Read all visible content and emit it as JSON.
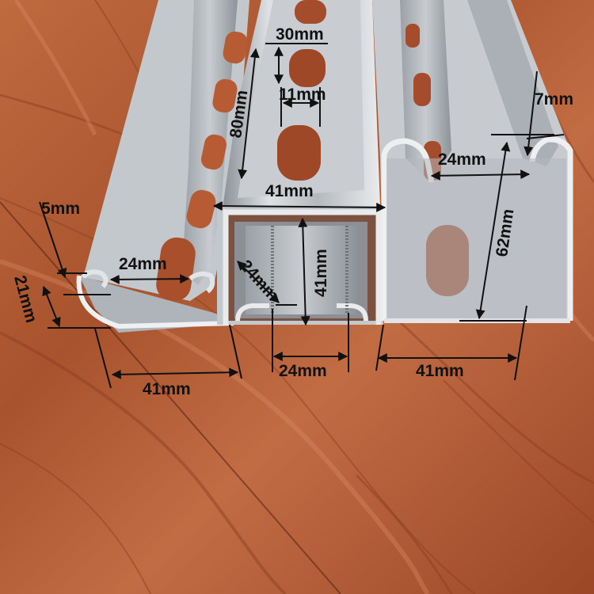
{
  "scene": {
    "description_colors": {
      "wood_dark": "#8e3f22",
      "wood_mid": "#b5603a",
      "wood_light": "#d08a62",
      "steel_light": "#e6e8ea",
      "steel_mid": "#b7bcc1",
      "steel_dark": "#7d848b",
      "dimension_ink": "#111111"
    }
  },
  "labels": {
    "d_30mm": "30mm",
    "d_11mm": "11mm",
    "d_80mm": "80mm",
    "d_7mm": "7mm",
    "d_24mm_right": "24mm",
    "d_41mm_top": "41mm",
    "d_62mm": "62mm",
    "d_5mm": "5mm",
    "d_24mm_left": "24mm",
    "d_21mm": "21mm",
    "d_24mm_diag": "24mm",
    "d_41mm_mid_vertical": "41mm",
    "d_24mm_bottom": "24mm",
    "d_41mm_right_bottom": "41mm",
    "d_41mm_left_bottom": "41mm"
  }
}
